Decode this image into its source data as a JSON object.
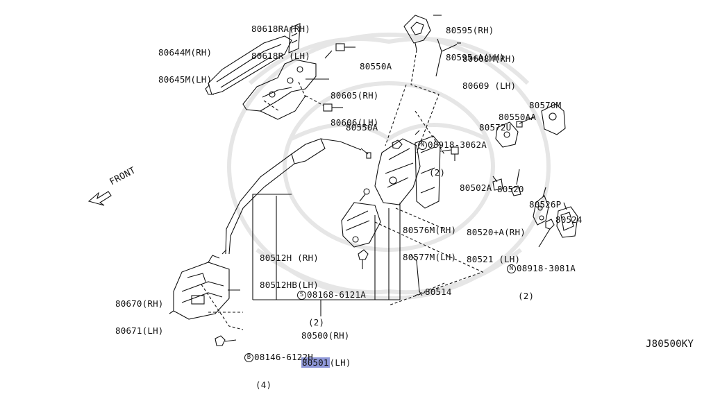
{
  "diagram_code": "J80500KY",
  "front_label": "FRONT",
  "callouts": {
    "c80618": [
      "80618RA(RH)",
      "80618R (LH)"
    ],
    "c80644": [
      "80644M(RH)",
      "80645M(LH)"
    ],
    "c80550a_top": [
      "80550A"
    ],
    "c80605": [
      "80605(RH)",
      "80606(LH)"
    ],
    "c80550a_mid": [
      "80550A"
    ],
    "c80595": [
      "80595(RH)",
      "80595+A(LH)"
    ],
    "c80608": [
      "80608M(RH)",
      "80609 (LH)"
    ],
    "c80570": [
      "80570M"
    ],
    "c80550aa": [
      "80550AA"
    ],
    "c80572": [
      "80572U"
    ],
    "c08918_3062": {
      "prefix": "N",
      "lines": [
        "08918-3062A",
        "(2)"
      ]
    },
    "c80502": [
      "80502A"
    ],
    "c80520": [
      "80520"
    ],
    "c80526": [
      "80526P"
    ],
    "c80524": [
      "80524"
    ],
    "c80576": [
      "80576M(RH)",
      "80577M(LH)"
    ],
    "c80520a": [
      "80520+A(RH)",
      "80521 (LH)"
    ],
    "c80512": [
      "80512H (RH)",
      "80512HB(LH)"
    ],
    "c08918_3081": {
      "prefix": "N",
      "lines": [
        "08918-3081A",
        "(2)"
      ]
    },
    "c08168": {
      "prefix": "S",
      "lines": [
        "08168-6121A",
        "(2)"
      ]
    },
    "c80514": [
      "80514"
    ],
    "c80670": [
      "80670(RH)",
      "80671(LH)"
    ],
    "c80500": {
      "line1": "80500(RH)",
      "highlight": "80501",
      "rest": "(LH)"
    },
    "c08146": {
      "prefix": "B",
      "lines": [
        "08146-6122H",
        "(4)"
      ]
    }
  },
  "colors": {
    "line": "#111111",
    "highlight": "#8f98d8",
    "watermark": "#e6e6e6"
  }
}
